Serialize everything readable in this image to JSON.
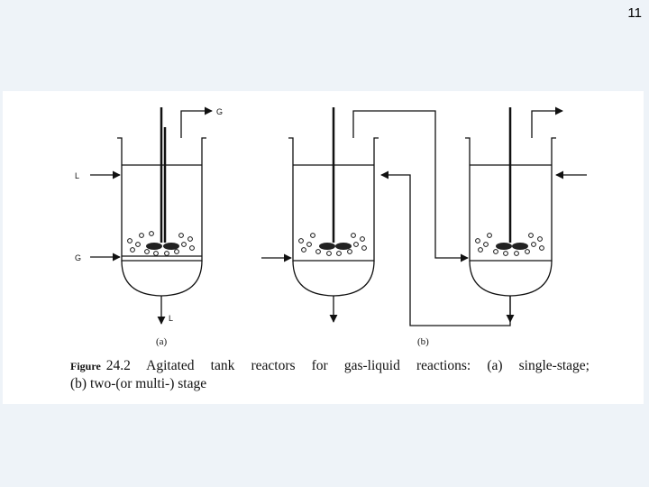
{
  "slide": {
    "number": "11"
  },
  "diagram": {
    "labels": {
      "gas_out": "G",
      "liquid_in": "L",
      "gas_in": "G",
      "liquid_out": "L",
      "sub_a": "(a)",
      "sub_b": "(b)"
    }
  },
  "caption": {
    "figure_word": "Figure",
    "line1": "24.2 Agitated tank reactors for gas-liquid reactions: (a) single-stage;",
    "line2": "(b) two-(or multi-) stage"
  }
}
